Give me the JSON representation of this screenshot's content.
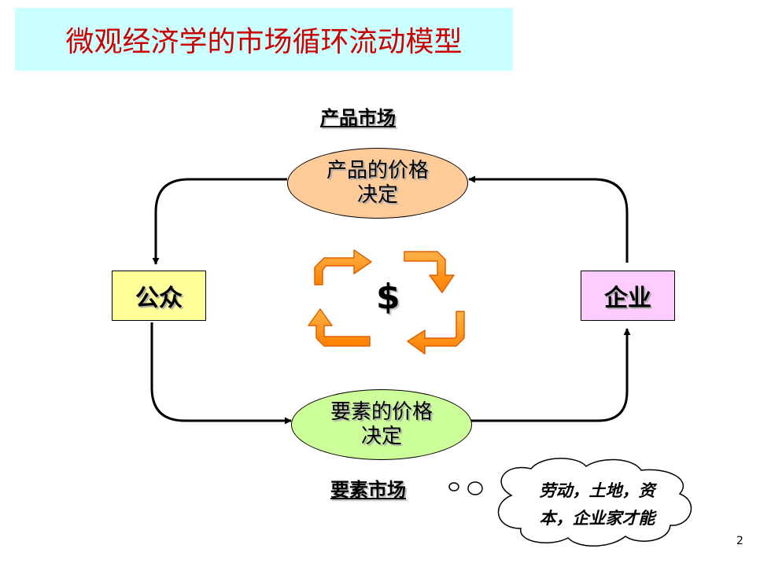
{
  "title": "微观经济学的市场循环流动模型",
  "product_market": {
    "label": "产品市场",
    "node_line1": "产品的价格",
    "node_line2": "决定",
    "fill": "#ffcc99"
  },
  "factor_market": {
    "label": "要素市场",
    "node_line1": "要素的价格",
    "node_line2": "决定",
    "fill": "#ccff99"
  },
  "household": {
    "label": "公众",
    "fill": "#ffff99"
  },
  "firm": {
    "label": "企业",
    "fill": "#ffccff"
  },
  "center_symbol": "$",
  "callout": {
    "line1": "劳动，土地，资",
    "line2": "本，企业家才能"
  },
  "page_number": "2",
  "colors": {
    "title": "#cc0000",
    "title_bg": "#ccffff",
    "circle_arrows": "#ff8c00"
  }
}
